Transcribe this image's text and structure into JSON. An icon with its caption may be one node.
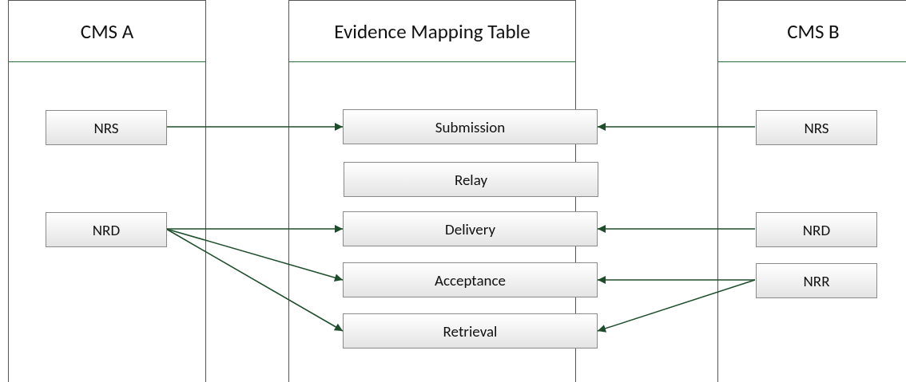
{
  "diagram": {
    "nodes": [
      {
        "text": [
          "CMS A"
        ]
      },
      {
        "text": [
          "Evidence Mapping Table"
        ]
      },
      {
        "text": [
          "CMS B"
        ]
      },
      {
        "text": [
          "NRS"
        ],
        "in": 0
      },
      {
        "text": [
          "Submission"
        ]
      },
      {
        "text": [
          "NRS"
        ],
        "in": 2
      },
      {
        "text": [
          "Relay"
        ],
        "in": 1
      },
      {
        "text": [
          "NRD"
        ],
        "in": 0
      },
      {
        "text": [
          "Delivery"
        ]
      },
      {
        "text": [
          "NRD"
        ],
        "in": 2
      },
      {
        "text": [
          "Acceptance"
        ]
      },
      {
        "text": [
          "NRR"
        ],
        "in": 2
      },
      {
        "text": [
          "Retrieval"
        ]
      }
    ],
    "edges": [
      {
        "from": 3,
        "to": 4,
        "arrow": "to"
      },
      {
        "from": 5,
        "to": 4,
        "arrow": "to"
      },
      {
        "from": 7,
        "to": 8,
        "arrow": "to"
      },
      {
        "from": 7,
        "to": 10,
        "arrow": "to"
      },
      {
        "from": 7,
        "to": 12,
        "arrow": "to"
      },
      {
        "from": 9,
        "to": 8,
        "arrow": "to"
      },
      {
        "from": 11,
        "to": 10,
        "arrow": "to"
      },
      {
        "from": 11,
        "to": 12,
        "arrow": "to"
      }
    ]
  }
}
